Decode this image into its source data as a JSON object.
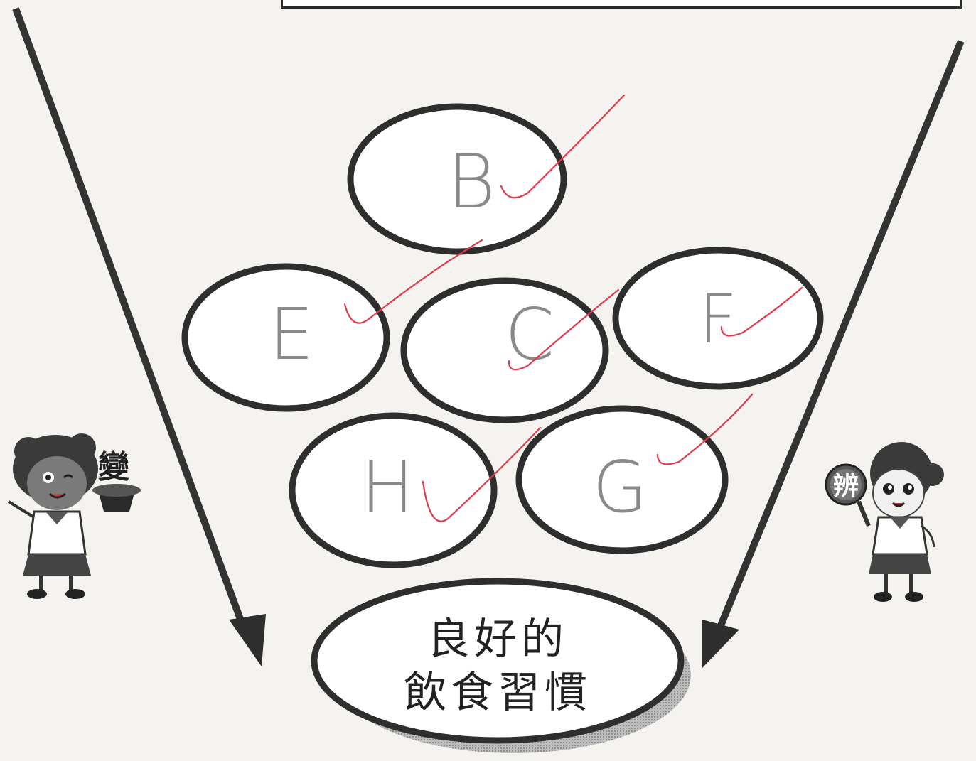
{
  "worksheet": {
    "circles": [
      {
        "id": "top",
        "answer": "B",
        "checked": true
      },
      {
        "id": "middle-left",
        "answer": "E",
        "checked": true
      },
      {
        "id": "middle-center",
        "answer": "C",
        "checked": true
      },
      {
        "id": "middle-right",
        "answer": "F",
        "checked": true
      },
      {
        "id": "bottom-left",
        "answer": "H",
        "checked": true
      },
      {
        "id": "bottom-right",
        "answer": "G",
        "checked": true
      }
    ],
    "goal": {
      "line1": "良好的",
      "line2": "飲食習慣"
    },
    "left_character": {
      "badge": "變"
    },
    "right_character": {
      "badge": "辨"
    },
    "colors": {
      "outline": "#2e2e2e",
      "pencil": "#8a8a8a",
      "check_mark": "#e23a4d",
      "paper": "#f4f3ef"
    }
  }
}
